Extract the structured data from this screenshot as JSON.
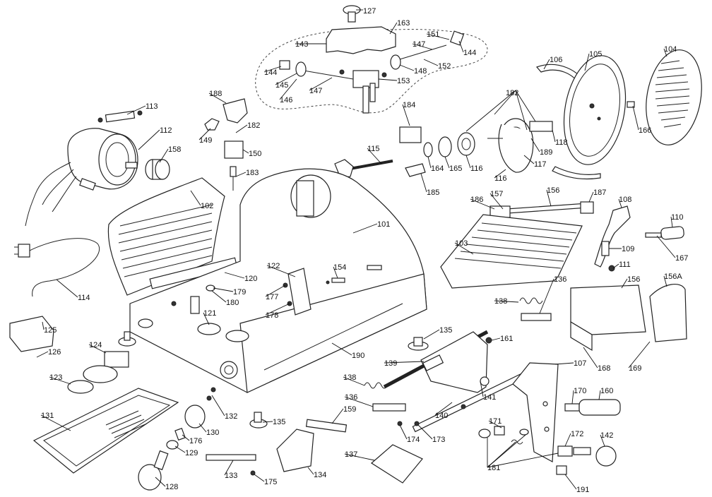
{
  "diagram": {
    "parts": [
      {
        "id": "p127",
        "label": "127"
      },
      {
        "id": "p163",
        "label": "163"
      },
      {
        "id": "p143",
        "label": "143"
      },
      {
        "id": "p151",
        "label": "151"
      },
      {
        "id": "p147a",
        "label": "147"
      },
      {
        "id": "p144a",
        "label": "144"
      },
      {
        "id": "p144b",
        "label": "144"
      },
      {
        "id": "p152",
        "label": "152"
      },
      {
        "id": "p148",
        "label": "148"
      },
      {
        "id": "p145",
        "label": "145"
      },
      {
        "id": "p147b",
        "label": "147"
      },
      {
        "id": "p153",
        "label": "153"
      },
      {
        "id": "p146",
        "label": "146"
      },
      {
        "id": "p106",
        "label": "106"
      },
      {
        "id": "p105",
        "label": "105"
      },
      {
        "id": "p104",
        "label": "104"
      },
      {
        "id": "p182a",
        "label": "182"
      },
      {
        "id": "p188",
        "label": "188"
      },
      {
        "id": "p113",
        "label": "113"
      },
      {
        "id": "p184",
        "label": "184"
      },
      {
        "id": "p182b",
        "label": "182"
      },
      {
        "id": "p149",
        "label": "149"
      },
      {
        "id": "p112",
        "label": "112"
      },
      {
        "id": "p150",
        "label": "150"
      },
      {
        "id": "p158",
        "label": "158"
      },
      {
        "id": "p118",
        "label": "118"
      },
      {
        "id": "p166",
        "label": "166"
      },
      {
        "id": "p115",
        "label": "115"
      },
      {
        "id": "p189",
        "label": "189"
      },
      {
        "id": "p164",
        "label": "164"
      },
      {
        "id": "p165",
        "label": "165"
      },
      {
        "id": "p116a",
        "label": "116"
      },
      {
        "id": "p117",
        "label": "117"
      },
      {
        "id": "p183",
        "label": "183"
      },
      {
        "id": "p116b",
        "label": "116"
      },
      {
        "id": "p185",
        "label": "185"
      },
      {
        "id": "p156a",
        "label": "156"
      },
      {
        "id": "p187",
        "label": "187"
      },
      {
        "id": "p186",
        "label": "186"
      },
      {
        "id": "p157",
        "label": "157"
      },
      {
        "id": "p108",
        "label": "108"
      },
      {
        "id": "p102",
        "label": "102"
      },
      {
        "id": "p110",
        "label": "110"
      },
      {
        "id": "p101",
        "label": "101"
      },
      {
        "id": "p103",
        "label": "103"
      },
      {
        "id": "p109",
        "label": "109"
      },
      {
        "id": "p167",
        "label": "167"
      },
      {
        "id": "p114",
        "label": "114"
      },
      {
        "id": "p111",
        "label": "111"
      },
      {
        "id": "p122",
        "label": "122"
      },
      {
        "id": "p154",
        "label": "154"
      },
      {
        "id": "p136a",
        "label": "136"
      },
      {
        "id": "p156b",
        "label": "156"
      },
      {
        "id": "p156A",
        "label": "156A"
      },
      {
        "id": "p120",
        "label": "120"
      },
      {
        "id": "p179",
        "label": "179"
      },
      {
        "id": "p177",
        "label": "177"
      },
      {
        "id": "p180",
        "label": "180"
      },
      {
        "id": "p138a",
        "label": "138"
      },
      {
        "id": "p121",
        "label": "121"
      },
      {
        "id": "p178",
        "label": "178"
      },
      {
        "id": "p125",
        "label": "125"
      },
      {
        "id": "p135a",
        "label": "135"
      },
      {
        "id": "p161",
        "label": "161"
      },
      {
        "id": "p126",
        "label": "126"
      },
      {
        "id": "p124",
        "label": "124"
      },
      {
        "id": "p190",
        "label": "190"
      },
      {
        "id": "p107",
        "label": "107"
      },
      {
        "id": "p168",
        "label": "168"
      },
      {
        "id": "p169",
        "label": "169"
      },
      {
        "id": "p139",
        "label": "139"
      },
      {
        "id": "p123",
        "label": "123"
      },
      {
        "id": "p141",
        "label": "141"
      },
      {
        "id": "p138b",
        "label": "138"
      },
      {
        "id": "p170",
        "label": "170"
      },
      {
        "id": "p160",
        "label": "160"
      },
      {
        "id": "p136b",
        "label": "136"
      },
      {
        "id": "p131",
        "label": "131"
      },
      {
        "id": "p132",
        "label": "132"
      },
      {
        "id": "p159",
        "label": "159"
      },
      {
        "id": "p140",
        "label": "140"
      },
      {
        "id": "p135b",
        "label": "135"
      },
      {
        "id": "p171",
        "label": "171"
      },
      {
        "id": "p130",
        "label": "130"
      },
      {
        "id": "p172",
        "label": "172"
      },
      {
        "id": "p142",
        "label": "142"
      },
      {
        "id": "p176",
        "label": "176"
      },
      {
        "id": "p174",
        "label": "174"
      },
      {
        "id": "p173",
        "label": "173"
      },
      {
        "id": "p129",
        "label": "129"
      },
      {
        "id": "p137",
        "label": "137"
      },
      {
        "id": "p134",
        "label": "134"
      },
      {
        "id": "p181",
        "label": "181"
      },
      {
        "id": "p133",
        "label": "133"
      },
      {
        "id": "p175",
        "label": "175"
      },
      {
        "id": "p128",
        "label": "128"
      },
      {
        "id": "p191",
        "label": "191"
      }
    ]
  }
}
